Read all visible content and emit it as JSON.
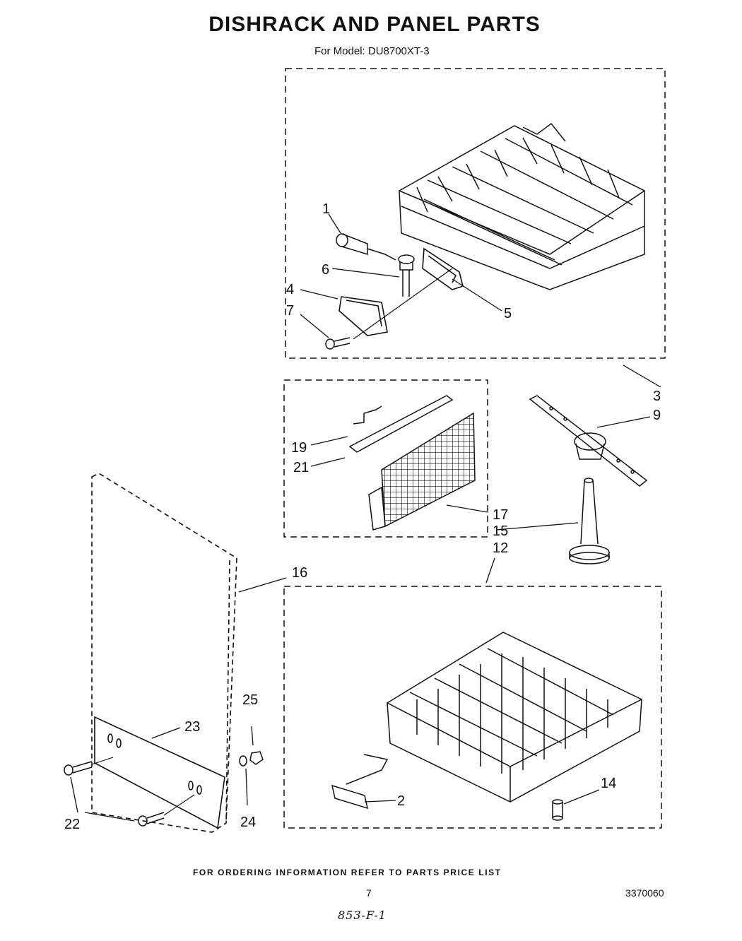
{
  "header": {
    "title": "DISHRACK AND PANEL PARTS",
    "model_line": "For Model: DU8700XT-3"
  },
  "callouts": [
    "1",
    "6",
    "4",
    "7",
    "5",
    "3",
    "9",
    "19",
    "21",
    "17",
    "15",
    "12",
    "16",
    "25",
    "23",
    "22",
    "24",
    "2",
    "14"
  ],
  "footer": {
    "ordering_note": "FOR ORDERING INFORMATION REFER TO PARTS PRICE LIST",
    "page_number": "7",
    "document_number": "3370060",
    "handwritten_note": "853-F-1"
  }
}
